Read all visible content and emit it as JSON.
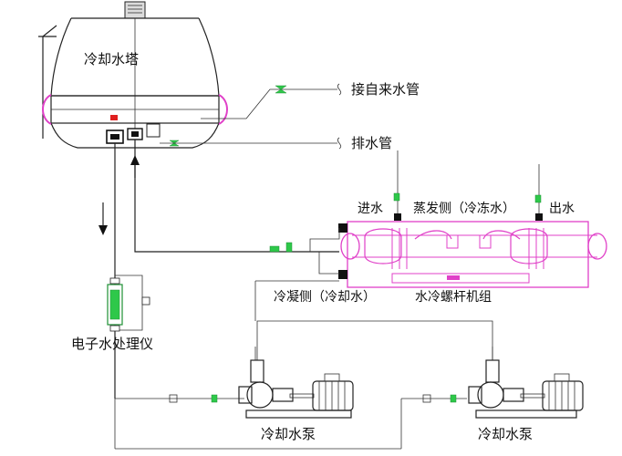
{
  "colors": {
    "line": "#222222",
    "accent_magenta": "#e040c8",
    "valve_green": "#2ec84a",
    "sensor_red": "#e02020"
  },
  "labels": {
    "cooling_tower": "冷却水塔",
    "city_water": "接自来水管",
    "drain": "排水管",
    "water_in": "进水",
    "evaporator": "蒸发侧（冷冻水）",
    "water_out": "出水",
    "condenser": "冷凝侧（冷却水）",
    "chiller": "水冷螺杆机组",
    "water_treatment": "电子水处理仪",
    "pump_1": "冷却水泵",
    "pump_2": "冷却水泵"
  },
  "icons": [
    "valve-icon",
    "pump-icon",
    "motor-icon",
    "flow-arrow-icon",
    "break-mark-icon"
  ]
}
